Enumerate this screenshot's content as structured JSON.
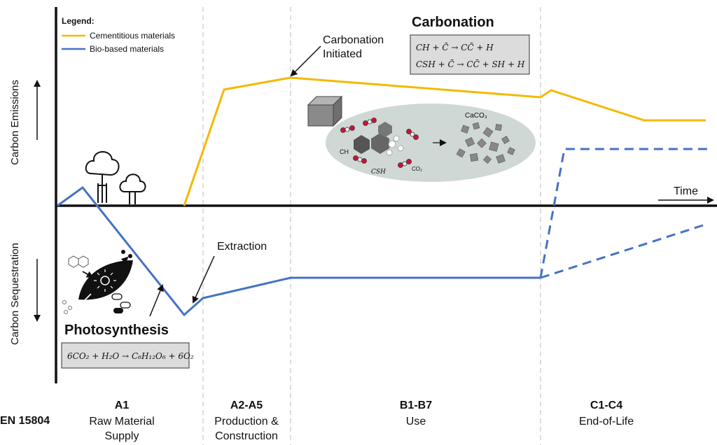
{
  "axes": {
    "y_upper_label": "Carbon Emissions",
    "y_lower_label": "Carbon Sequestration",
    "x_label": "Time"
  },
  "legend": {
    "title": "Legend:",
    "items": [
      {
        "label": "Cementitious materials",
        "color": "#f5b800"
      },
      {
        "label": "Bio-based materials",
        "color": "#4472c4"
      }
    ]
  },
  "annotations": {
    "carbonation_initiated_line1": "Carbonation",
    "carbonation_initiated_line2": "Initiated",
    "extraction": "Extraction"
  },
  "carbonation_box": {
    "title": "Carbonation",
    "eq1": "CH + C̄  → CC̄ + H",
    "eq2": "CSH + C̄  → CC̄ + SH + H",
    "micro_labels": {
      "ch": "CH",
      "csh": "CSH",
      "co2": "CO₂",
      "caco3": "CaCO₃"
    }
  },
  "photosynthesis_box": {
    "title": "Photosynthesis",
    "eq": "6CO₂ + H₂O  → C₆H₁₂O₆ + 6O₂"
  },
  "stages": {
    "standard": "EN 15804",
    "items": [
      {
        "code": "A1",
        "line1": "Raw Material",
        "line2": "Supply"
      },
      {
        "code": "A2-A5",
        "line1": "Production &",
        "line2": "Construction"
      },
      {
        "code": "B1-B7",
        "line1": "Use",
        "line2": ""
      },
      {
        "code": "C1-C4",
        "line1": "End-of-Life",
        "line2": ""
      }
    ]
  },
  "colors": {
    "cement": "#f5b800",
    "bio": "#4472c4",
    "box_fill": "#dcdcdc",
    "ellipse_fill": "#cfd8d4"
  }
}
